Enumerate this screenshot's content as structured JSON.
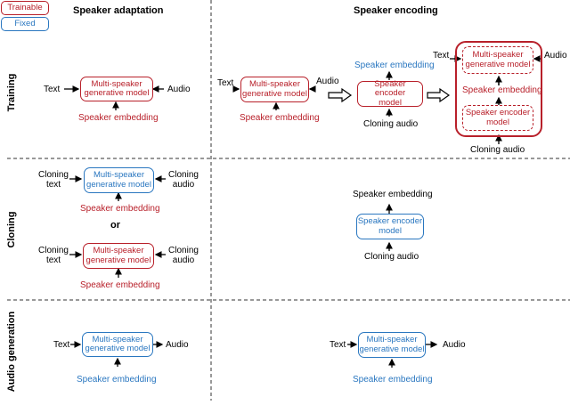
{
  "legend": {
    "trainable": "Trainable",
    "fixed": "Fixed"
  },
  "columns": {
    "adaptation": "Speaker adaptation",
    "encoding": "Speaker encoding"
  },
  "rows": {
    "training": "Training",
    "cloning": "Cloning",
    "generation": "Audio generation"
  },
  "texts": {
    "text": "Text",
    "audio": "Audio",
    "speaker_embedding": "Speaker embedding",
    "cloning_audio": "Cloning audio",
    "cloning_text_1": "Cloning",
    "cloning_text_2": "text",
    "cloning_audio_1": "Cloning",
    "cloning_audio_2": "audio",
    "or": "or"
  },
  "boxes": {
    "generative_1": "Multi-speaker",
    "generative_2": "generative model",
    "encoder_1": "Speaker encoder",
    "encoder_2": "model"
  },
  "colors": {
    "trainable": "#b8202a",
    "fixed": "#2a77c0"
  }
}
